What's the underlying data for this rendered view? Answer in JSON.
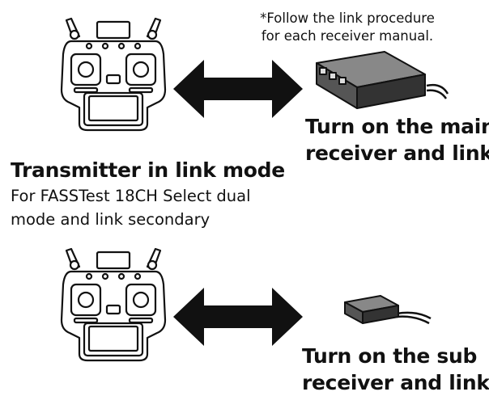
{
  "note": {
    "line1": "*Follow the link procedure",
    "line2": "for each receiver manual."
  },
  "main_receiver": {
    "line1": "Turn on the main",
    "line2": "receiver and link"
  },
  "transmitter_mode": {
    "title": "Transmitter in link mode",
    "line1": "For FASSTest 18CH Select dual",
    "line2": "mode and link secondary"
  },
  "sub_receiver": {
    "line1": "Turn on the sub",
    "line2": "receiver and link"
  }
}
